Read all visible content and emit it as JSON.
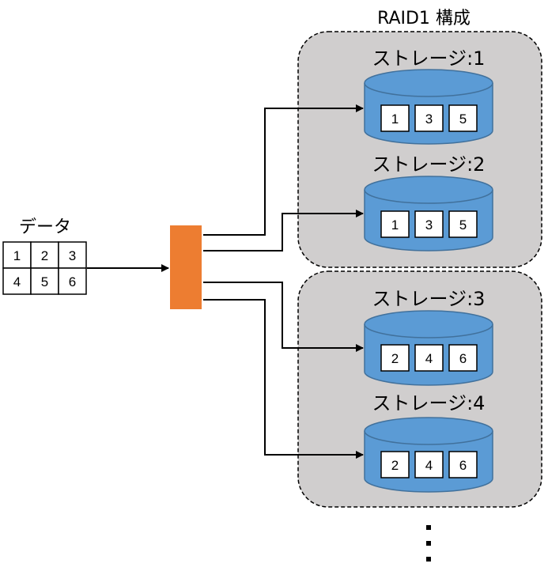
{
  "data_block": {
    "label": "データ",
    "cells": [
      "1",
      "2",
      "3",
      "4",
      "5",
      "6"
    ]
  },
  "groups": [
    {
      "title": "RAID1 構成",
      "storages": [
        0,
        1
      ]
    },
    {
      "title": "",
      "storages": [
        2,
        3
      ]
    }
  ],
  "storages": [
    {
      "label": "ストレージ:1",
      "blocks": [
        "1",
        "3",
        "5"
      ]
    },
    {
      "label": "ストレージ:2",
      "blocks": [
        "1",
        "3",
        "5"
      ]
    },
    {
      "label": "ストレージ:3",
      "blocks": [
        "2",
        "4",
        "6"
      ]
    },
    {
      "label": "ストレージ:4",
      "blocks": [
        "2",
        "4",
        "6"
      ]
    }
  ],
  "colors": {
    "group_fill": "#d0cece",
    "cylinder": "#5b9bd5",
    "controller": "#ed7d31"
  },
  "continuation": "vertical-ellipsis"
}
